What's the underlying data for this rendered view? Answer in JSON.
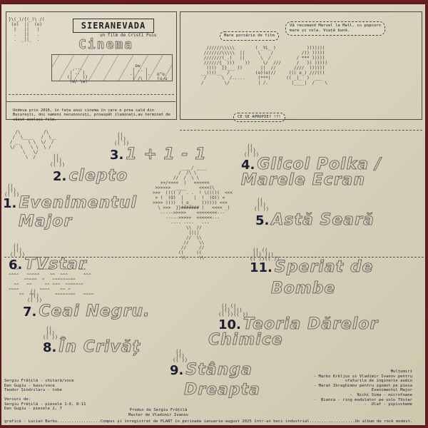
{
  "cover": {
    "film_title": "SIERANEVADA",
    "film_subtitle": "un film de Cristi Puiu",
    "cinema_sign": "Cinema",
    "intro_text": "Undeva prin 2016, în fața unui cinema în care e prea cald din București, doi oameni necunoscuți, proaspăt iluminați,au terminat de văzut același film.",
    "bubbles": [
      "Mare porcărie de film",
      "Vă recomand Marvel la Mall, cu popcorn mare și cola. Viață bună.",
      "CE SE APROPIE? !?!"
    ]
  },
  "tracklist": [
    {
      "num": "1.",
      "title": "Evenimentul",
      "title2": "Major"
    },
    {
      "num": "2.",
      "title": "clepto"
    },
    {
      "num": "3.",
      "title": "1 + 1 - 1"
    },
    {
      "num": "4.",
      "title": "Glicol Polka /",
      "title2": "Marele Ecran"
    },
    {
      "num": "5.",
      "title": "Astă Seară"
    },
    {
      "num": "6.",
      "title": "TVstar"
    },
    {
      "num": "7.",
      "title": "Ceai Negru."
    },
    {
      "num": "8.",
      "title": "În Crivăț"
    },
    {
      "num": "9.",
      "title": "Stânga",
      "title2": "Dreapta"
    },
    {
      "num": "10.",
      "title": "Teoria Dărelor",
      "title2": "Chimice"
    },
    {
      "num": "11.",
      "title": "Speriat de",
      "title2": "Bombe"
    }
  ],
  "credits": {
    "band": "Sergiu Frățilă - chitară/voce\nDan Gugiu - bass/voce\nTeodor Șindrilaru - tobe",
    "lyrics": "Versuri de:\nSergiu Frățilă - piesele 1-6, 8-11\nDan Gugiu - piesele 2, 7",
    "production": "Produs de Sergiu Frățilă\nMaster de Vladimir Ivanov",
    "thanks": "Mulțumiri\n- Marko Krkljus și Vladimir Ivanov pentru\nsfaturile de inginerie audio\n- Marat Ibraghimov pentru zgomot pe piesa\nEvenimentul Major\n-  Nichi Sima - microfoane\n-  Bianca - ring modulator pe solo TVstar\n-  Olaf - pipischeme",
    "bottom_line": "grafică - Lucian Barbu..................Compus și înregistrat de PLANT în perioada ianuarie-august 2025 într-un beci industrial...................Un album de rock modest."
  },
  "colors": {
    "paper": "#dcd5c1",
    "ink": "#1c1d33",
    "outline": "#555555",
    "border": "#6b1e24"
  }
}
